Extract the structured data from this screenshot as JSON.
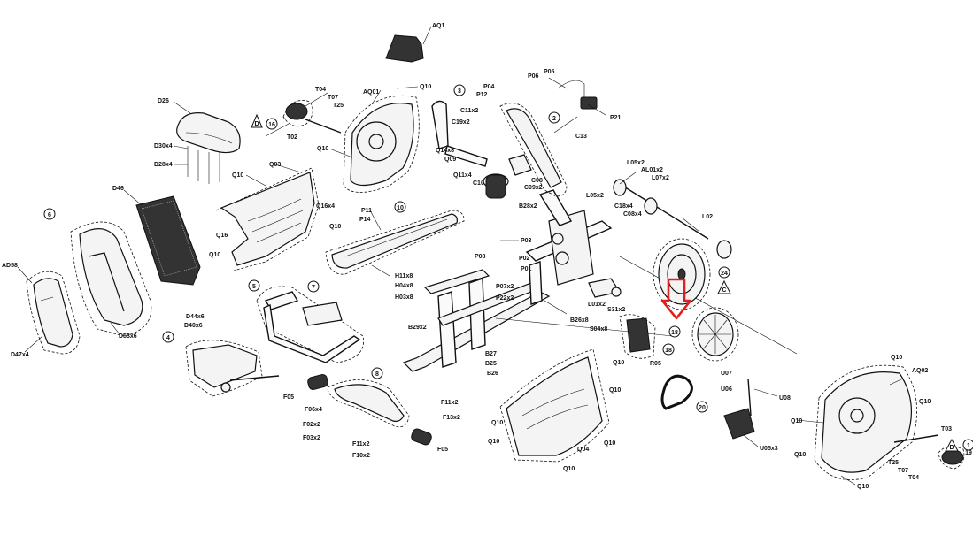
{
  "labels": {
    "AQ1": "AQ1",
    "D26": "D26",
    "D30x4": "D30x4",
    "D28x4": "D28x4",
    "D46": "D46",
    "AD58": "AD58",
    "D47x4": "D47x4",
    "D53x6": "D53x6",
    "D44x6": "D44x6",
    "D40x6": "D40x6",
    "T04_a": "T04",
    "T07_a": "T07",
    "T25_a": "T25",
    "T02": "T02",
    "AQ01": "AQ01",
    "Q10_a": "Q10",
    "Q10_b": "Q10",
    "Q10_c": "Q10",
    "Q10_d": "Q10",
    "Q10_e": "Q10",
    "Q16_a": "Q16",
    "Q16x4": "Q16x4",
    "Q03": "Q03",
    "P11": "P11",
    "P14": "P14",
    "H11x8": "H11x8",
    "H04x8": "H04x8",
    "H03x8": "H03x8",
    "C11x2": "C11x2",
    "C19x2": "C19x2",
    "Q14x8": "Q14x8",
    "Q09": "Q09",
    "Q11x4": "Q11x4",
    "C10": "C10",
    "P04": "P04",
    "P12": "P12",
    "C13": "C13",
    "C08": "C08",
    "C09x2": "C09x2",
    "P06": "P06",
    "P05": "P05",
    "P21": "P21",
    "L05x2_a": "L05x2",
    "AL01x2": "AL01x2",
    "L07x2": "L07x2",
    "L05x2_b": "L05x2",
    "B28x2": "B28x2",
    "C18x4": "C18x4",
    "C08x4": "C08x4",
    "L02": "L02",
    "P03": "P03",
    "P02": "P02",
    "P08": "P08",
    "P01": "P01",
    "P07x2": "P07x2",
    "P22x2": "P22x2",
    "L01x2": "L01x2",
    "B26x8": "B26x8",
    "B29x2": "B29x2",
    "S31x2": "S31x2",
    "S04x8": "S04x8",
    "B27": "B27",
    "B25": "B25",
    "B26": "B26",
    "F05_a": "F05",
    "F06x4": "F06x4",
    "F02x2": "F02x2",
    "F03x2": "F03x2",
    "F11x2_a": "F11x2",
    "F10x2": "F10x2",
    "F11x2_b": "F11x2",
    "F13x2": "F13x2",
    "F05_b": "F05",
    "Q10_f": "Q10",
    "Q10_g": "Q10",
    "Q10_h": "Q10",
    "Q10_i": "Q10",
    "Q10_j": "Q10",
    "Q04": "Q04",
    "Q10_k": "Q10",
    "R05": "R05",
    "U07": "U07",
    "U06": "U06",
    "U08": "U08",
    "U05x3": "U05x3",
    "AQ02": "AQ02",
    "Q10_l": "Q10",
    "Q10_m": "Q10",
    "Q10_n": "Q10",
    "Q10_o": "Q10",
    "Q10_p": "Q10",
    "T03": "T03",
    "T25_b": "T25",
    "T07_b": "T07",
    "T04_b": "T04"
  },
  "callouts": {
    "c1": "1",
    "c2": "2",
    "c3": "3",
    "c4": "4",
    "c5": "5",
    "c6": "6",
    "c7": "7",
    "c8": "8",
    "c10": "10",
    "c16": "16",
    "c18_a": "18",
    "c18_b": "18",
    "c19": "19",
    "c20": "20",
    "c24": "24"
  },
  "warnings": {
    "D_a": "D",
    "C": "C",
    "D_b": "D"
  },
  "colors": {
    "highlight_arrow": "#e02020",
    "line": "#111111",
    "part_fill": "#f4f4f4"
  }
}
